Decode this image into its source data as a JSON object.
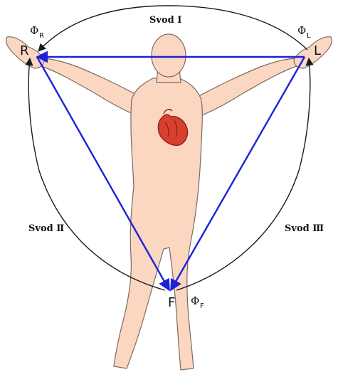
{
  "diagram": {
    "leads": {
      "lead_1": "Svod Ⅰ",
      "lead_2": "Svod Ⅱ",
      "lead_3": "Svod Ⅲ"
    },
    "electrodes": {
      "right_arm": "R",
      "left_arm": "L",
      "foot": "F"
    },
    "potentials": {
      "symbol": "Φ",
      "right_sub": "R",
      "left_sub": "L",
      "foot_sub": "F"
    }
  },
  "colors": {
    "skin": "#fbd7c1",
    "skin_outline": "#7a6a62",
    "triangle": "#1a22d9",
    "arcs": "#1a1a1a",
    "heart": "#d8402e",
    "heart_dark": "#8e1f14"
  }
}
